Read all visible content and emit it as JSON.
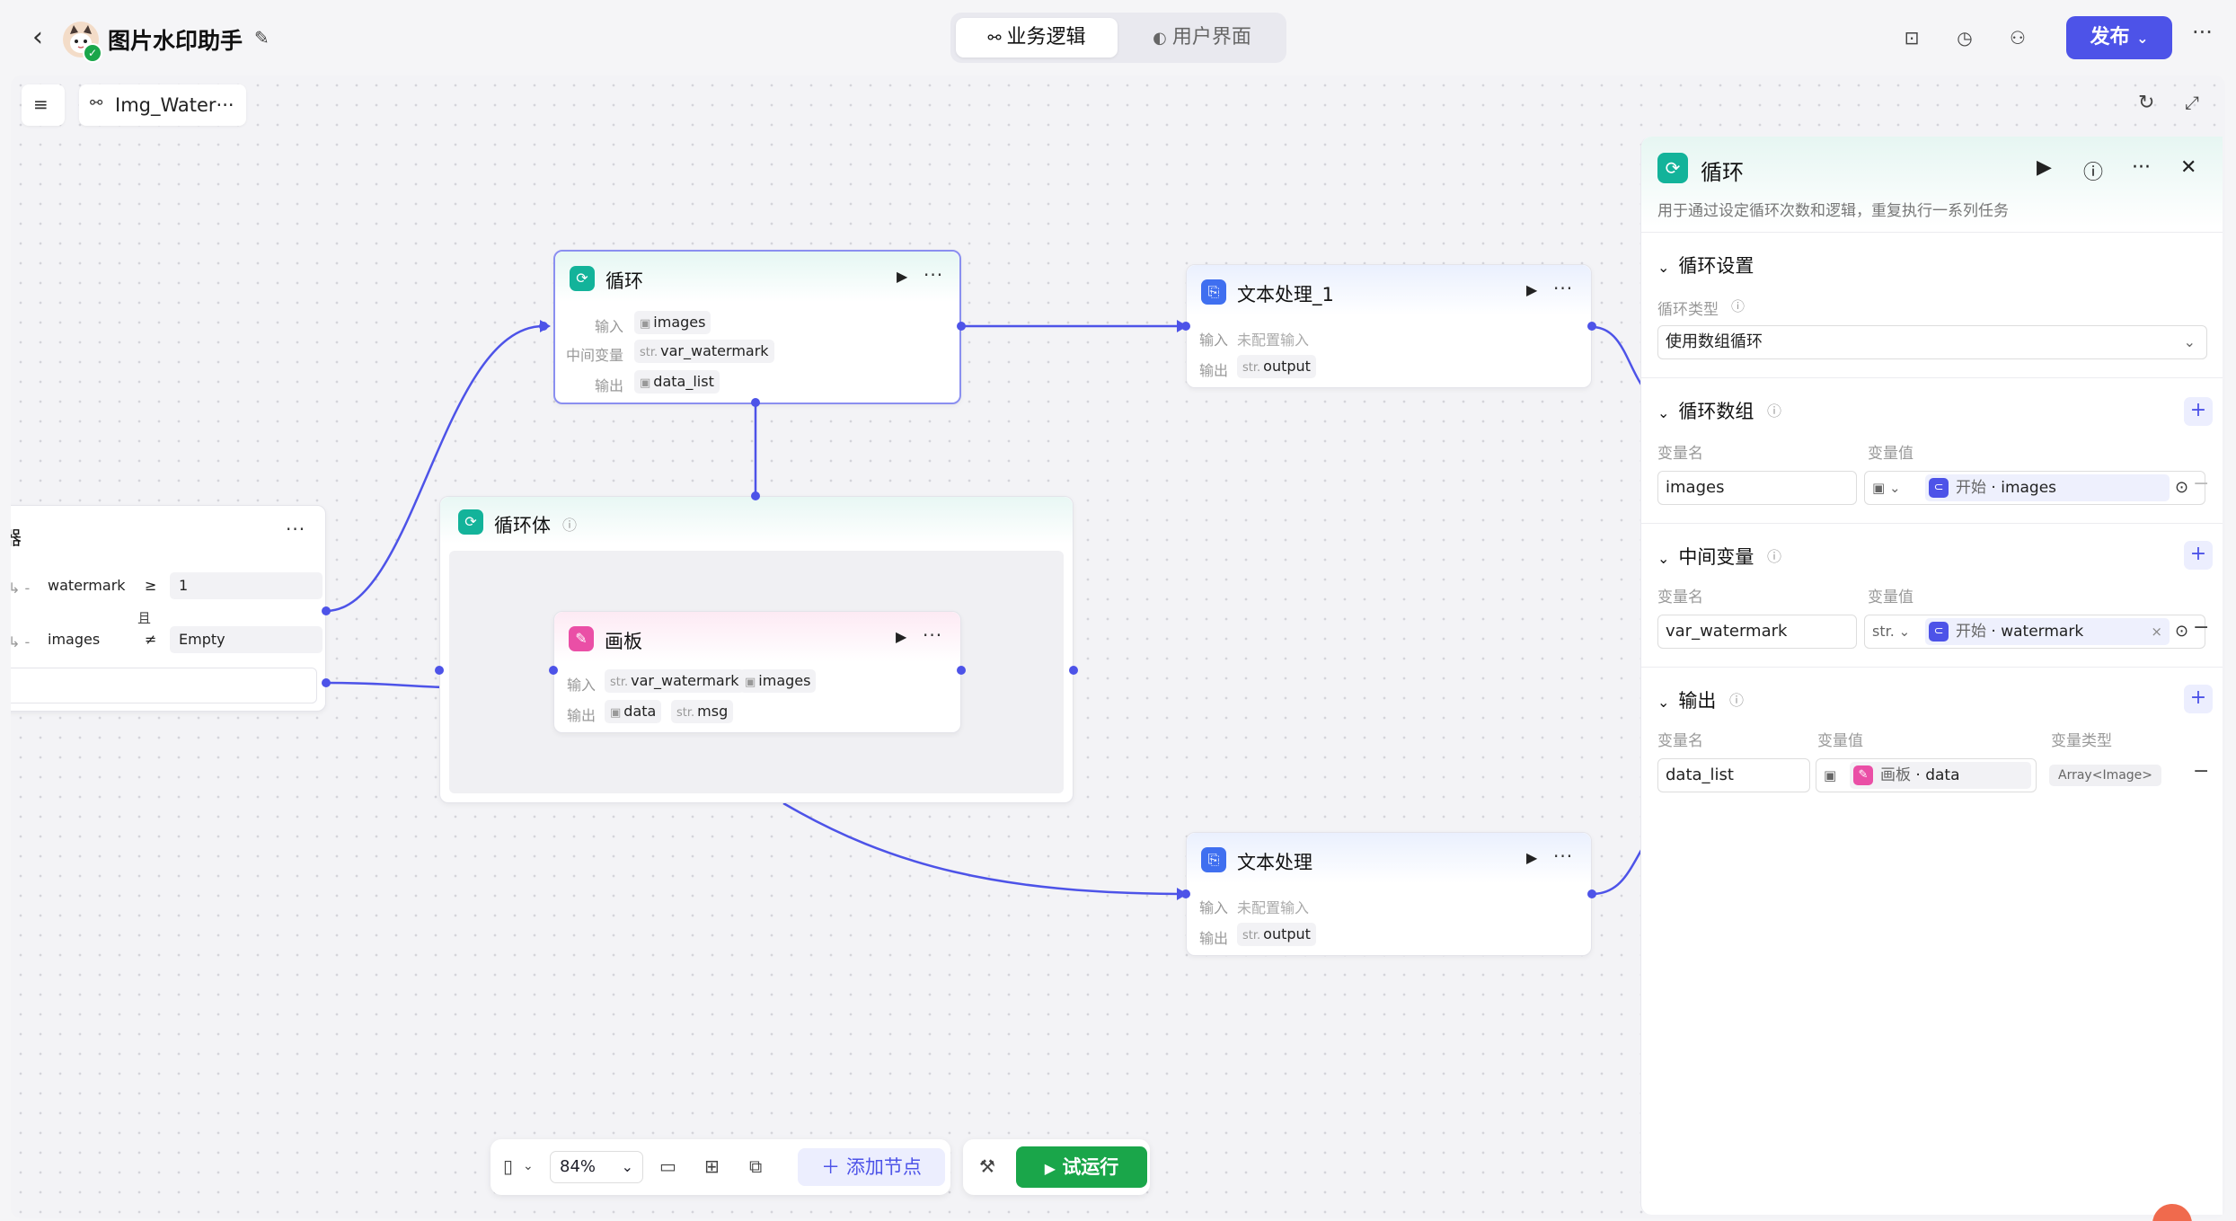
{
  "header": {
    "app_title": "图片水印助手",
    "tabs": [
      {
        "label": "业务逻辑",
        "active": true
      },
      {
        "label": "用户界面",
        "active": false
      }
    ],
    "publish_label": "发布"
  },
  "canvas": {
    "workflow_name": "Img_Water···",
    "zoom": "84%",
    "add_node_label": "添加节点",
    "run_label": "试运行"
  },
  "condition_node": {
    "title_fragment": "器",
    "rows": [
      {
        "var": "watermark",
        "op": "≥",
        "value": "1"
      },
      {
        "var": "images",
        "op": "≠",
        "value": "Empty"
      }
    ],
    "joiner": "且"
  },
  "loop_node": {
    "title": "循环",
    "input_label": "输入",
    "input_value": "images",
    "mid_label": "中间变量",
    "mid_prefix": "str.",
    "mid_value": "var_watermark",
    "output_label": "输出",
    "output_value": "data_list"
  },
  "loop_body": {
    "title": "循环体"
  },
  "canvas_node": {
    "title": "画板",
    "input_label": "输入",
    "input_prefix": "str.",
    "input_value1": "var_watermark",
    "input_value2": "images",
    "output_label": "输出",
    "output_value1": "data",
    "output_prefix": "str.",
    "output_value2": "msg"
  },
  "text_node_1": {
    "title": "文本处理_1",
    "input_label": "输入",
    "input_value": "未配置输入",
    "output_label": "输出",
    "output_prefix": "str.",
    "output_value": "output"
  },
  "text_node_2": {
    "title": "文本处理",
    "input_label": "输入",
    "input_value": "未配置输入",
    "output_label": "输出",
    "output_prefix": "str.",
    "output_value": "output"
  },
  "panel": {
    "title": "循环",
    "description": "用于通过设定循环次数和逻辑，重复执行一系列任务",
    "loop_settings": {
      "heading": "循环设置",
      "type_label": "循环类型",
      "type_value": "使用数组循环"
    },
    "loop_array": {
      "heading": "循环数组",
      "name_label": "变量名",
      "value_label": "变量值",
      "name": "images",
      "ref_source": "开始",
      "ref_var": "images"
    },
    "mid_vars": {
      "heading": "中间变量",
      "name_label": "变量名",
      "value_label": "变量值",
      "name": "var_watermark",
      "type_prefix": "str.",
      "ref_source": "开始",
      "ref_var": "watermark"
    },
    "output": {
      "heading": "输出",
      "name_label": "变量名",
      "value_label": "变量值",
      "type_label": "变量类型",
      "name": "data_list",
      "ref_source": "画板",
      "ref_var": "data",
      "type": "Array<Image>"
    }
  },
  "colors": {
    "accent": "#4d53e8",
    "loop_teal": "#13b39a",
    "text_node_blue": "#3f6ff0",
    "canvas_pink": "#ea4fa6",
    "run_green": "#1aa64a"
  }
}
